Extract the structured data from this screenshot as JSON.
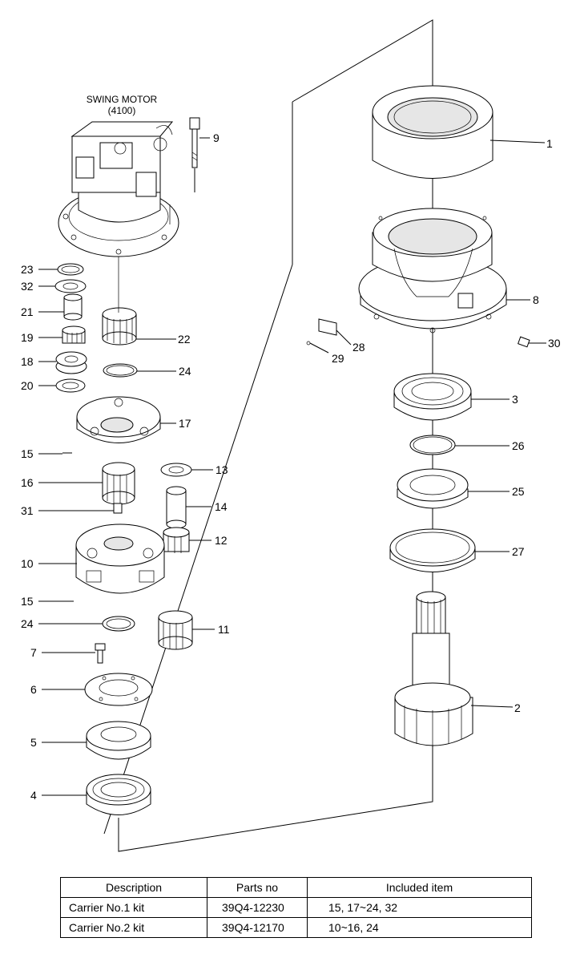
{
  "drawing": {
    "assembly_title": "SWING MOTOR",
    "assembly_code": "(4100)",
    "callouts": {
      "p1": "1",
      "p2": "2",
      "p3": "3",
      "p4": "4",
      "p5": "5",
      "p6": "6",
      "p7": "7",
      "p8": "8",
      "p9": "9",
      "p10": "10",
      "p11": "11",
      "p12": "12",
      "p13": "13",
      "p14": "14",
      "p15a": "15",
      "p15b": "15",
      "p16": "16",
      "p17": "17",
      "p18": "18",
      "p19": "19",
      "p20": "20",
      "p21": "21",
      "p22": "22",
      "p23": "23",
      "p24a": "24",
      "p24b": "24",
      "p25": "25",
      "p26": "26",
      "p27": "27",
      "p28": "28",
      "p29": "29",
      "p30": "30",
      "p31": "31",
      "p32": "32"
    }
  },
  "kit_table": {
    "headers": [
      "Description",
      "Parts no",
      "Included item"
    ],
    "rows": [
      [
        "Carrier No.1 kit",
        "39Q4-12230",
        "15, 17~24, 32"
      ],
      [
        "Carrier No.2 kit",
        "39Q4-12170",
        "10~16, 24"
      ]
    ]
  }
}
